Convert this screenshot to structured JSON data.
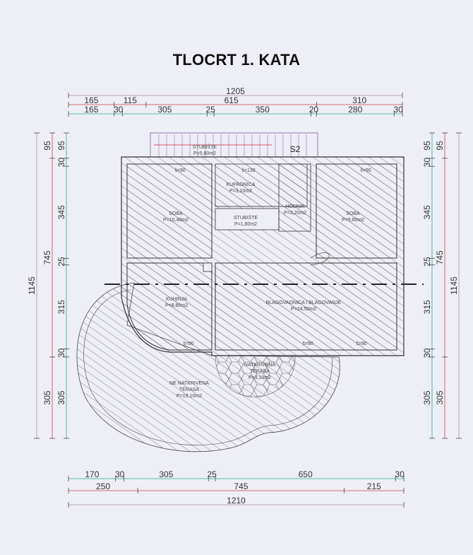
{
  "title": "TLOCRT 1. KATA",
  "dimensions": {
    "top_total": "1205",
    "top_row1": [
      "165",
      "115",
      "615",
      "310"
    ],
    "top_row2": [
      "165",
      "30",
      "305",
      "25",
      "350",
      "20",
      "280",
      "30"
    ],
    "bottom_row1": [
      "170",
      "30",
      "305",
      "25",
      "650",
      "30"
    ],
    "bottom_row2": [
      "250",
      "745",
      "215"
    ],
    "bottom_total": "1210",
    "side_total": "1145",
    "side_row1": [
      "95",
      "745",
      "305"
    ],
    "side_row2": [
      "95",
      "30",
      "345",
      "25",
      "315",
      "30",
      "305"
    ]
  },
  "rooms": {
    "stair_top": {
      "name": "STUBIŠTE",
      "area": "P=5,60m2"
    },
    "section_mark": "S2",
    "bathroom": {
      "name": "KUPAONICA",
      "area": "P=3,10m2"
    },
    "stair_inner": {
      "name": "STUBIŠTE",
      "area": "P=1,60m2"
    },
    "hallway": {
      "name": "HODNIK",
      "area": "P=3,20m2"
    },
    "room_left": {
      "name": "SOBA",
      "area": "P=10,40m2"
    },
    "room_right": {
      "name": "SOBA",
      "area": "P=9,60m2"
    },
    "kitchen": {
      "name": "KUHINJA",
      "area": "P=8,80m2"
    },
    "living": {
      "name": "BLAGOVAONICA I BLAGOVANJE",
      "area": "P=24,50m2"
    },
    "covered_terrace": {
      "name1": "NATKRIVENA",
      "name2": "TERASA",
      "area": "P=3,10m2"
    },
    "open_terrace": {
      "name1": "NE NATKRIVENA",
      "name2": "TERASA",
      "area": "P=19,10m2"
    }
  },
  "window_labels": [
    "š=90",
    "š=130",
    "š=90",
    "š=90",
    "š=90",
    "š=90"
  ]
}
